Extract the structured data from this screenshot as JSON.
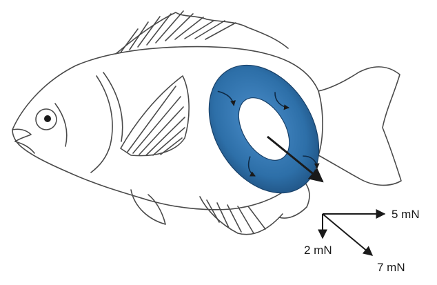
{
  "figure": {
    "subject_icon": "fish-line-drawing",
    "vortex_ring_color": "#2d6fa8",
    "force_components": [
      {
        "label": "5 mN",
        "direction": "right"
      },
      {
        "label": "2 mN",
        "direction": "down"
      },
      {
        "label": "7 mN",
        "direction": "down-right"
      }
    ]
  }
}
